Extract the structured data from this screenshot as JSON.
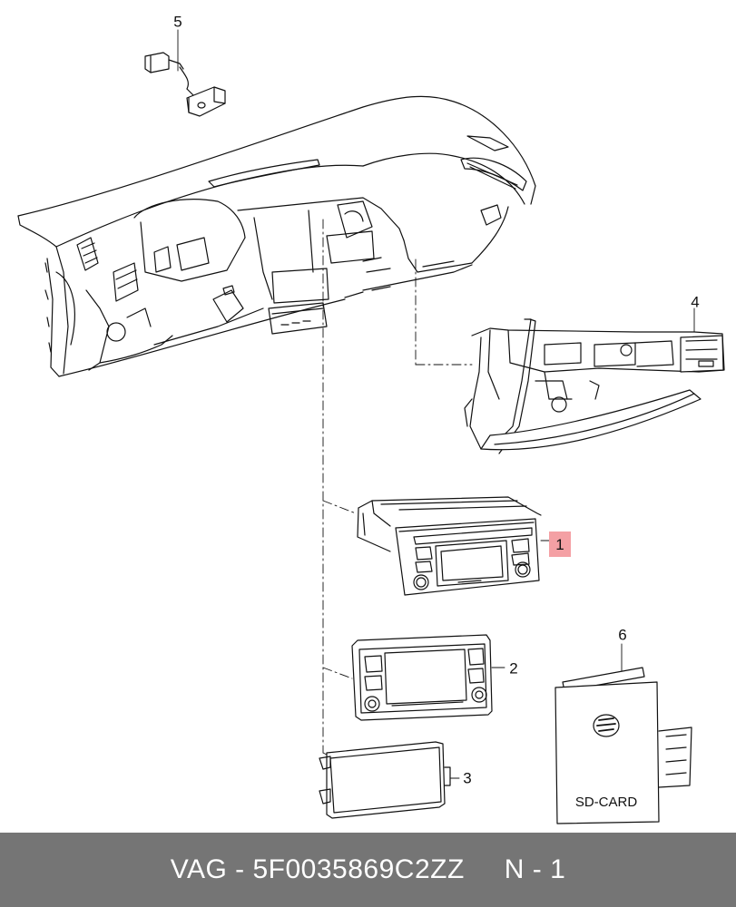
{
  "callouts": {
    "c1": "1",
    "c2": "2",
    "c3": "3",
    "c4": "4",
    "c5": "5",
    "c6": "6"
  },
  "sd_card_label": "SD-CARD",
  "footer": {
    "part_text": "VAG - 5F0035869C2ZZ",
    "ref_text": "N - 1"
  },
  "colors": {
    "footer_bg": "#757575",
    "highlight": "#f4a0a4",
    "line": "#111111"
  }
}
